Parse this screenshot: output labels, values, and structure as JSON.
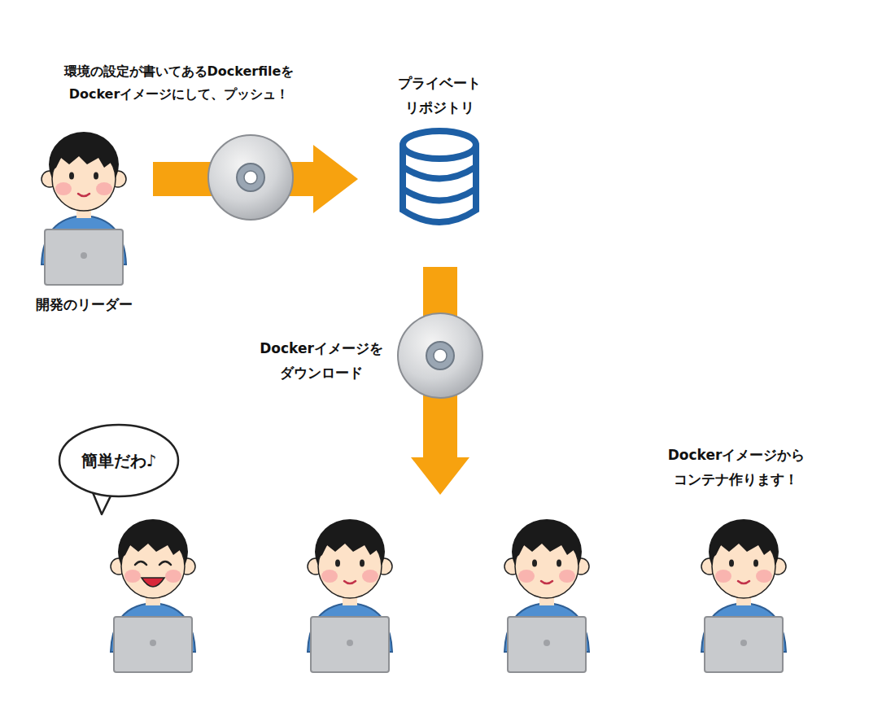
{
  "diagram": {
    "nodes": [
      {
        "text": [
          "開発のリーダー"
        ]
      },
      {
        "text": [
          "プライベート リポジトリ"
        ]
      },
      {
        "text": [
          "簡単だわ♪"
        ]
      }
    ],
    "edges": [
      {
        "from": 0,
        "to": 1,
        "arrow": "to",
        "label": "環境の設定が書いてあるDockerfileを Dockerイメージにして、プッシュ！"
      }
    ],
    "labels": [
      "Dockerイメージを ダウンロード",
      "Dockerイメージから コンテナ作ります！"
    ]
  }
}
